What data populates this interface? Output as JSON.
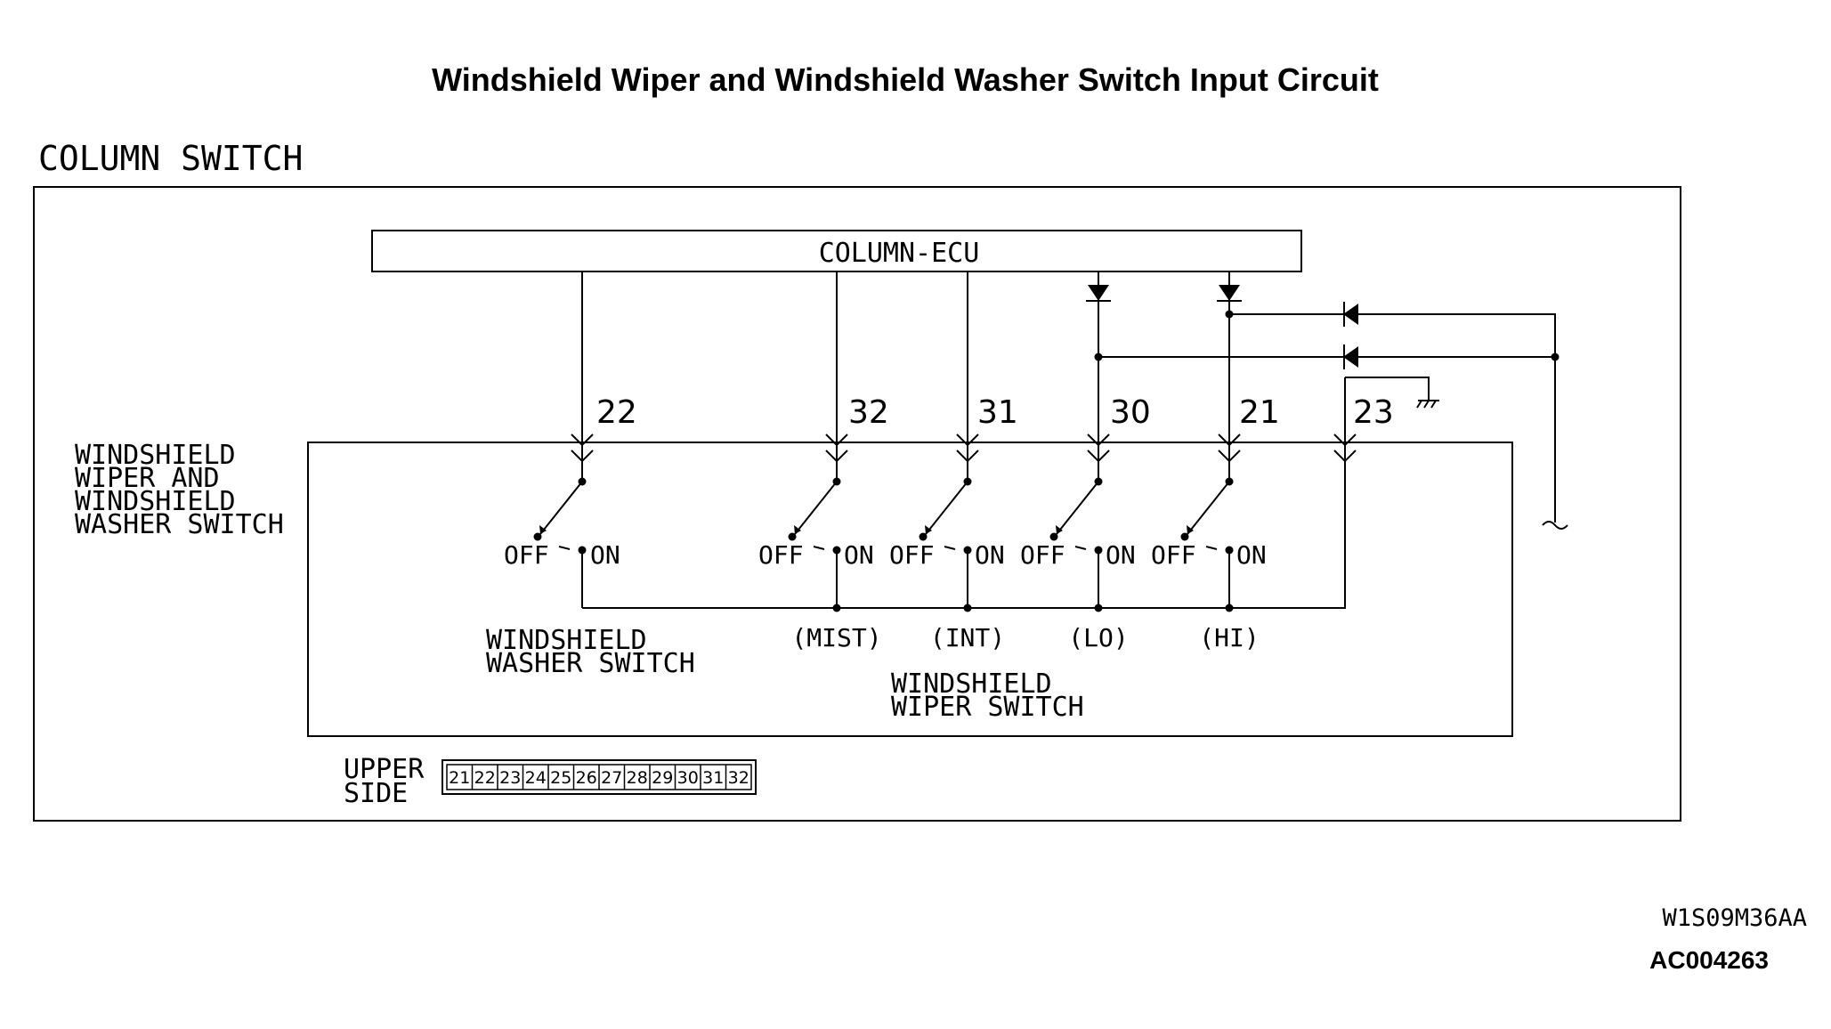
{
  "title": "Windshield Wiper and Windshield Washer Switch Input Circuit",
  "column_switch_label": "COLUMN SWITCH",
  "ecu_label": "COLUMN-ECU",
  "assembly_label": [
    "WINDSHIELD",
    "WIPER AND",
    "WINDSHIELD",
    "WASHER SWITCH"
  ],
  "pins": [
    "22",
    "32",
    "31",
    "30",
    "21",
    "23"
  ],
  "switch_off_label": "OFF",
  "switch_on_label": "ON",
  "washer_switch_label": [
    "WINDSHIELD",
    "WASHER SWITCH"
  ],
  "wiper_switch_label": [
    "WINDSHIELD",
    "WIPER SWITCH"
  ],
  "modes": [
    "(MIST)",
    "(INT)",
    "(LO)",
    "(HI)"
  ],
  "connector_side_label": [
    "UPPER",
    "SIDE"
  ],
  "connector_pins": [
    "21",
    "22",
    "23",
    "24",
    "25",
    "26",
    "27",
    "28",
    "29",
    "30",
    "31",
    "32"
  ],
  "figure_ref": "W1S09M36AA",
  "figure_code": "AC004263"
}
